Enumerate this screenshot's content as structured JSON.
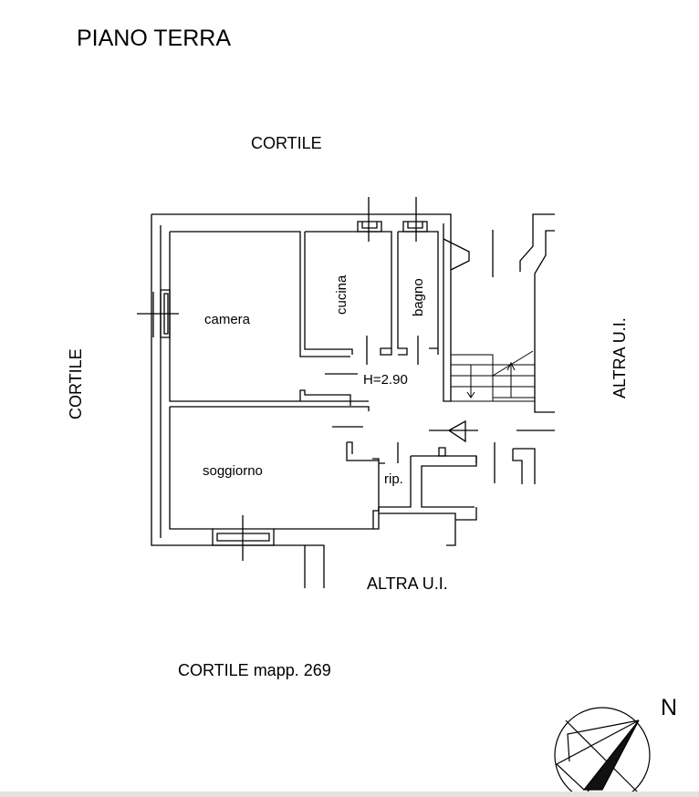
{
  "title": "PIANO TERRA",
  "surroundings": {
    "top": "CORTILE",
    "left": "CORTILE",
    "right": "ALTRA U.I.",
    "bottom": "ALTRA U.I.",
    "bottom_parcel": "CORTILE mapp. 269"
  },
  "rooms": {
    "camera": "camera",
    "cucina": "cucina",
    "bagno": "bagno",
    "soggiorno": "soggiorno",
    "ripostiglio": "rip."
  },
  "ceiling_height": "H=2.90",
  "compass": {
    "north_label": "N"
  }
}
